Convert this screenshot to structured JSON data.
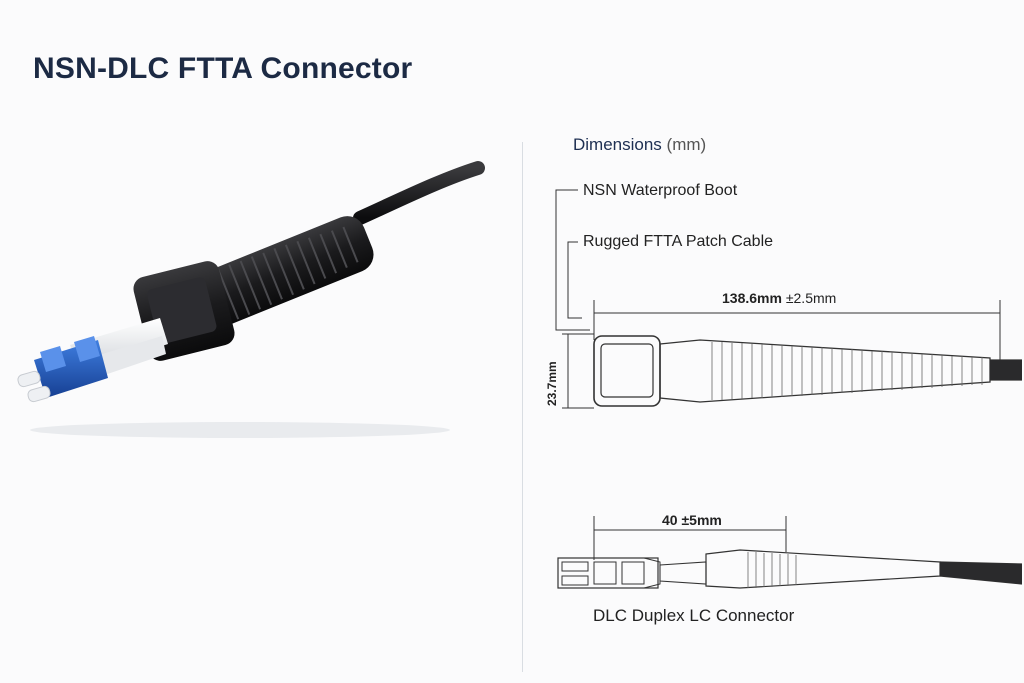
{
  "title": "NSN-DLC FTTA Connector",
  "dimensions": {
    "heading": "Dimensions",
    "unit": "(mm)",
    "callouts": {
      "boot": "NSN Waterproof Boot",
      "cable": "Rugged FTTA Patch Cable"
    },
    "overall_length": {
      "value": "138.6mm",
      "tolerance": "±2.5mm"
    },
    "height": "23.7mm",
    "connector_length": {
      "value": "40",
      "tolerance": "±5mm"
    },
    "connector_label": "DLC Duplex LC Connector"
  },
  "colors": {
    "title": "#1c2a44",
    "heading": "#1e2f52",
    "boot": "#1b1b1d",
    "lc_blue": "#1f56b8",
    "line": "#333333"
  }
}
